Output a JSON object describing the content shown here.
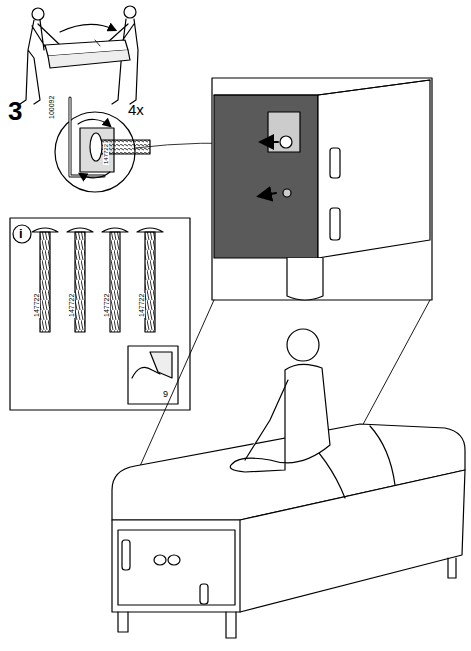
{
  "diagram": {
    "labels": [
      "3",
      "4x",
      "100092",
      "147722",
      "i",
      "147722",
      "147722",
      "147722",
      "147722",
      "9"
    ]
  }
}
